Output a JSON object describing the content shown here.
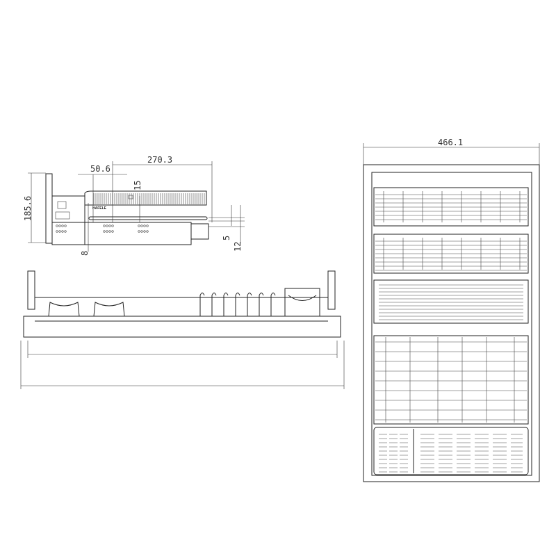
{
  "side_view": {
    "dims": {
      "height": "185.6",
      "depth": "270.3",
      "offset": "50.6",
      "gap": "15",
      "bottom": "8",
      "rail_a": "5",
      "rail_b": "12"
    },
    "logo": "HAFELE"
  },
  "top_view": {
    "dims": {
      "width": "466.1"
    }
  },
  "colors": {
    "line": "#222222",
    "background": "#ffffff"
  }
}
